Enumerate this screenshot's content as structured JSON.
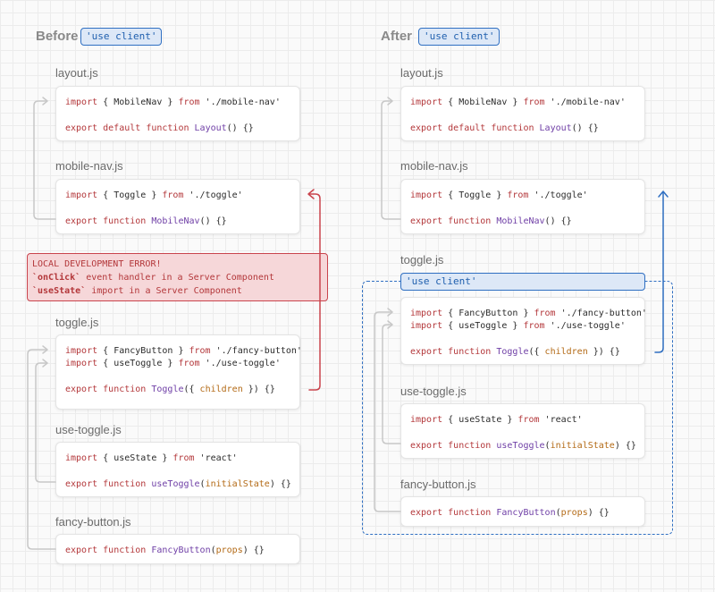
{
  "before": {
    "heading": "Before",
    "pill": "'use client'",
    "files": {
      "layout": {
        "name": "layout.js"
      },
      "mobile_nav": {
        "name": "mobile-nav.js"
      },
      "toggle": {
        "name": "toggle.js"
      },
      "use_toggle": {
        "name": "use-toggle.js"
      },
      "fancy_button": {
        "name": "fancy-button.js"
      }
    },
    "error": {
      "title": "LOCAL DEVELOPMENT ERROR!",
      "line1_code": "`onClick`",
      "line1_text": " event handler in a Server Component",
      "line2_code": "`useState`",
      "line2_text": " import in a Server Component"
    }
  },
  "after": {
    "heading": "After",
    "pill": "'use client'",
    "boundary_pill": "'use client'",
    "files": {
      "layout": {
        "name": "layout.js"
      },
      "mobile_nav": {
        "name": "mobile-nav.js"
      },
      "toggle": {
        "name": "toggle.js"
      },
      "use_toggle": {
        "name": "use-toggle.js"
      },
      "fancy_button": {
        "name": "fancy-button.js"
      }
    }
  },
  "code": {
    "import": "import",
    "from": "from",
    "export": "export",
    "export_default": "export default",
    "function": "function",
    "layout_l1_open": " { ",
    "layout_l1_name": "MobileNav",
    "layout_l1_close": " } ",
    "layout_l1_path": "'./mobile-nav'",
    "layout_l2_name": "Layout",
    "layout_l2_tail": "() {}",
    "mobilenav_l1_name": "Toggle",
    "mobilenav_l1_path": "'./toggle'",
    "mobilenav_l2_name": "MobileNav",
    "mobilenav_l2_tail": "() {}",
    "toggle_l1_name": "FancyButton",
    "toggle_l1_path": "'./fancy-button'",
    "toggle_l2_name": "useToggle",
    "toggle_l2_path": "'./use-toggle'",
    "toggle_l3_name": "Toggle",
    "toggle_l3_open": "({ ",
    "toggle_l3_arg": "children",
    "toggle_l3_close": " }) {}",
    "usetoggle_l1_name": "useState",
    "usetoggle_l1_path": "'react'",
    "usetoggle_l2_name": "useToggle",
    "usetoggle_l2_open": "(",
    "usetoggle_l2_arg": "initialState",
    "usetoggle_l2_close": ") {}",
    "fancy_l1_name": "FancyButton",
    "fancy_l1_open": "(",
    "fancy_l1_arg": "props",
    "fancy_l1_close": ") {}"
  },
  "colors": {
    "keyword": "#b3373a",
    "function_name": "#6f3fa6",
    "argument": "#b36a16",
    "client_boundary": "#2f6fc2",
    "error": "#c9444d",
    "import_arrow": "#c8c8c8"
  }
}
